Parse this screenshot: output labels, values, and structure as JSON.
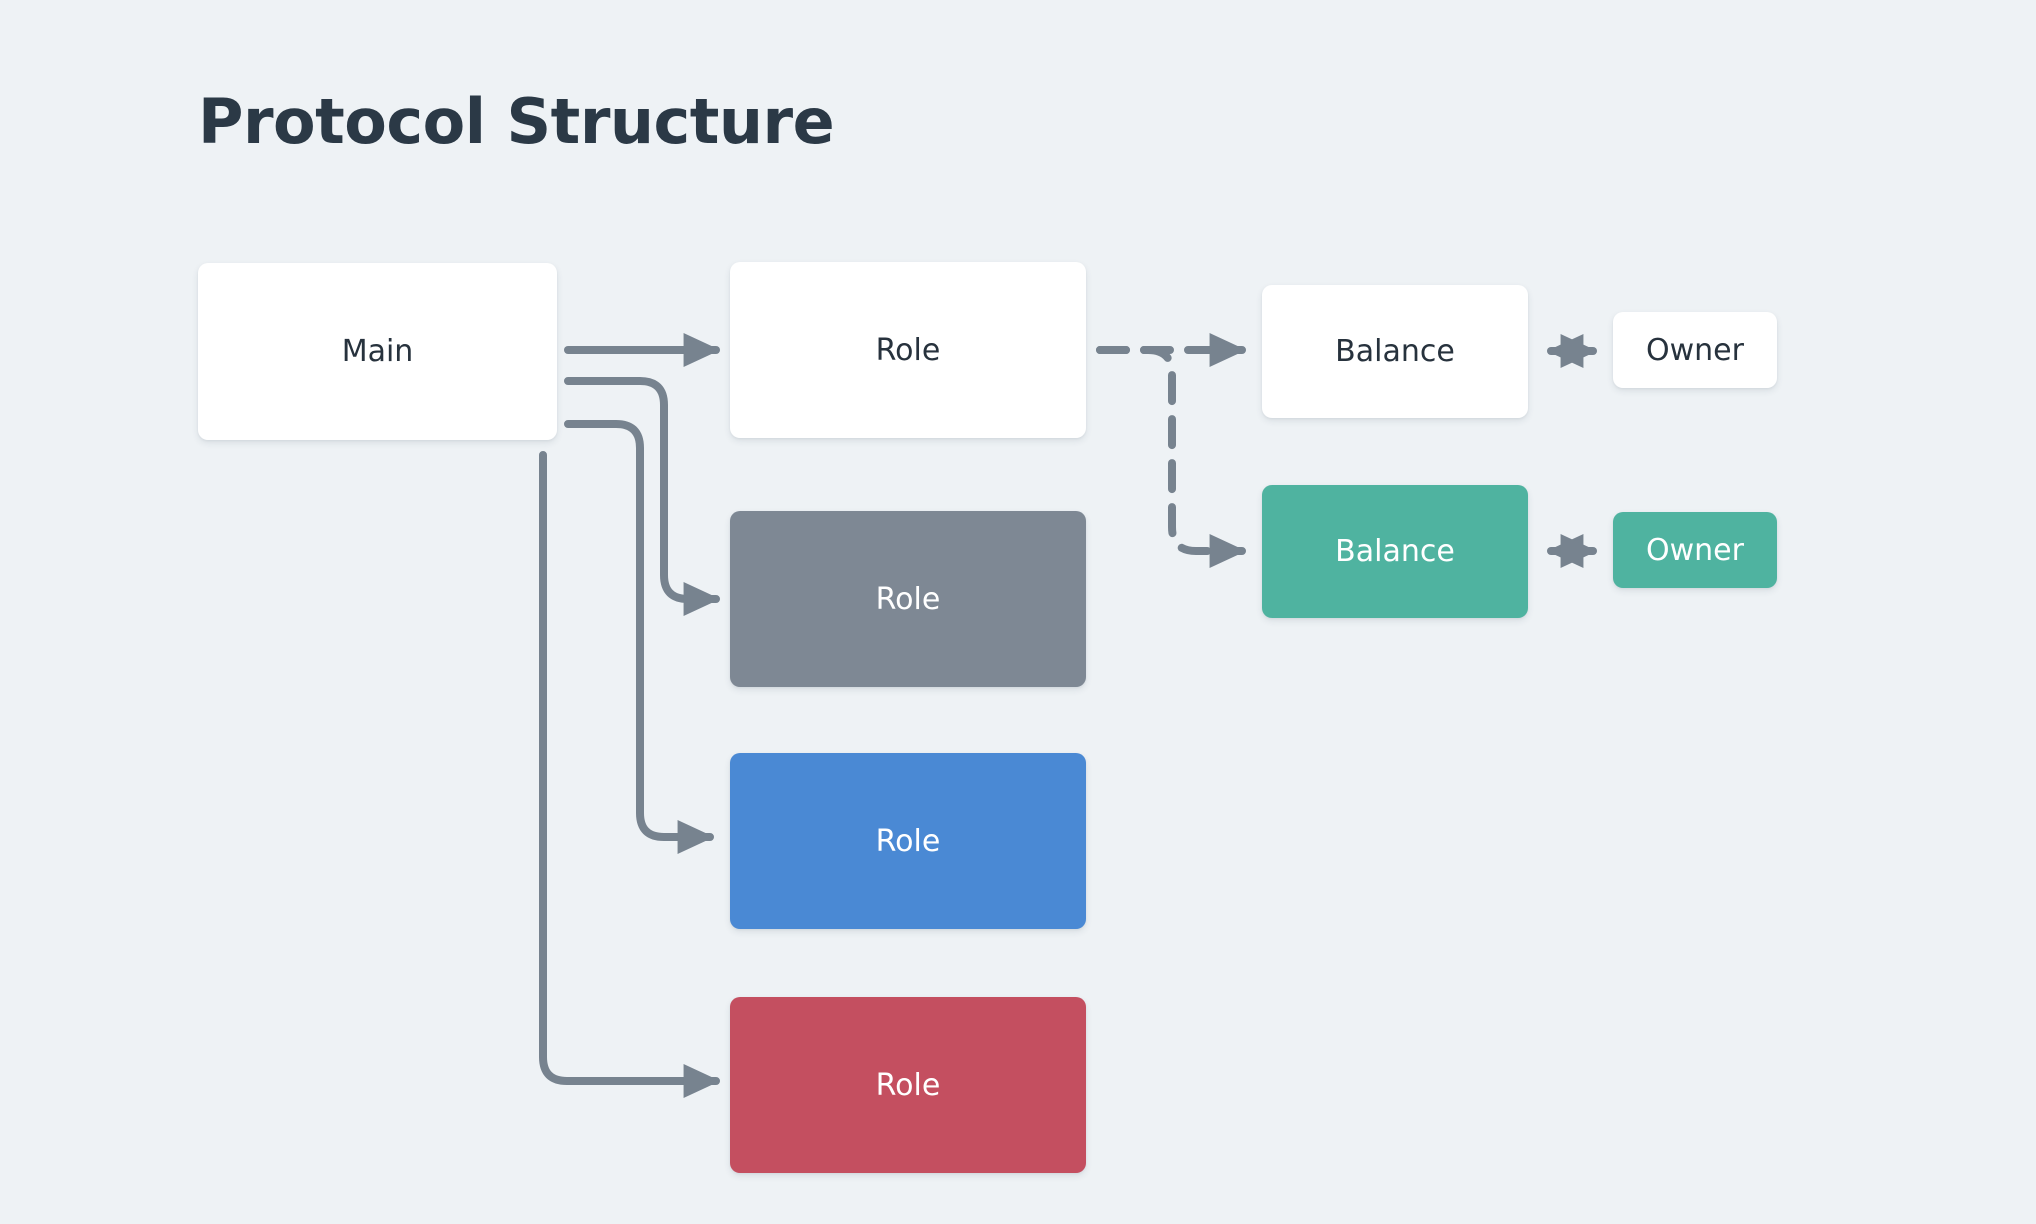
{
  "page": {
    "title": "Protocol Structure",
    "background_color": "#eef2f5"
  },
  "palette": {
    "title_text": "#2b3946",
    "node_white_bg": "#ffffff",
    "node_white_text": "#27323d",
    "node_gray_bg": "#7e8894",
    "node_blue_bg": "#4a89d4",
    "node_red_bg": "#c44f60",
    "node_green_bg": "#4fb3a0",
    "node_dark_text": "#ffffff",
    "connector": "#77838f"
  },
  "nodes": {
    "main": {
      "label": "Main",
      "style": "white"
    },
    "roles": [
      {
        "label": "Role",
        "style": "white"
      },
      {
        "label": "Role",
        "style": "gray"
      },
      {
        "label": "Role",
        "style": "blue"
      },
      {
        "label": "Role",
        "style": "red"
      }
    ],
    "balances": [
      {
        "label": "Balance",
        "style": "white"
      },
      {
        "label": "Balance",
        "style": "green"
      }
    ],
    "owners": [
      {
        "label": "Owner",
        "style": "white"
      },
      {
        "label": "Owner",
        "style": "green"
      }
    ]
  },
  "connectors": [
    {
      "name": "main-to-role-0",
      "from": "main",
      "to": "role-0",
      "style": "solid",
      "arrow": "single"
    },
    {
      "name": "main-to-role-1",
      "from": "main",
      "to": "role-1",
      "style": "solid",
      "arrow": "single"
    },
    {
      "name": "main-to-role-2",
      "from": "main",
      "to": "role-2",
      "style": "solid",
      "arrow": "single"
    },
    {
      "name": "main-to-role-3",
      "from": "main",
      "to": "role-3",
      "style": "solid",
      "arrow": "single"
    },
    {
      "name": "role-0-to-balance-0",
      "from": "role-0",
      "to": "balance-0",
      "style": "dashed",
      "arrow": "single"
    },
    {
      "name": "role-0-to-balance-1",
      "from": "role-0",
      "to": "balance-1",
      "style": "dashed",
      "arrow": "single"
    },
    {
      "name": "balance-0-to-owner-0",
      "from": "balance-0",
      "to": "owner-0",
      "style": "solid",
      "arrow": "double"
    },
    {
      "name": "balance-1-to-owner-1",
      "from": "balance-1",
      "to": "owner-1",
      "style": "solid",
      "arrow": "double"
    }
  ]
}
